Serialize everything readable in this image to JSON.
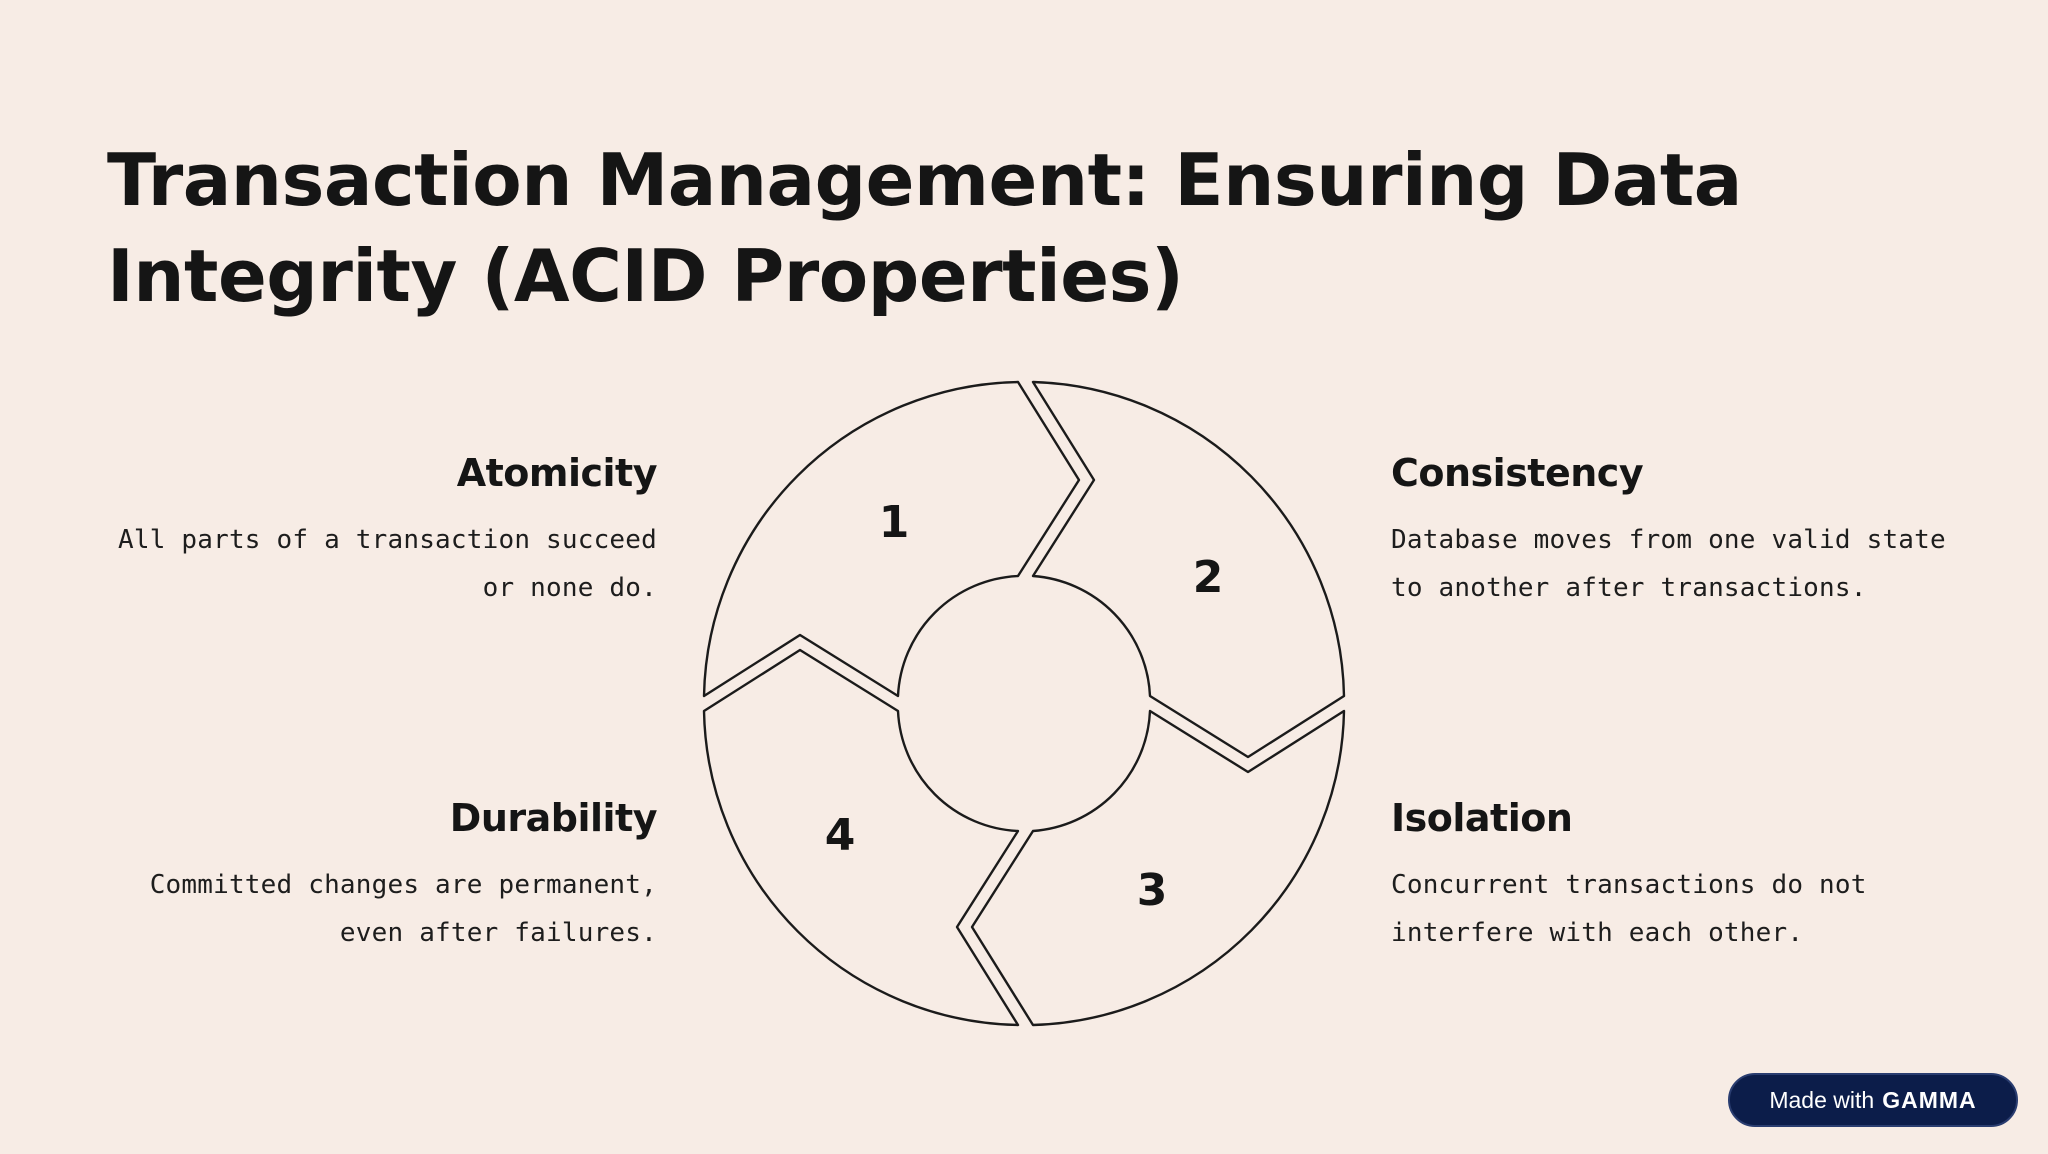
{
  "title": "Transaction Management: Ensuring Data Integrity (ACID Properties)",
  "diagram": {
    "segments": [
      {
        "number": "1",
        "heading": "Atomicity",
        "description": "All parts of a transaction succeed or none do."
      },
      {
        "number": "2",
        "heading": "Consistency",
        "description": "Database moves from one valid state to another after transactions."
      },
      {
        "number": "3",
        "heading": "Isolation",
        "description": "Concurrent transactions do not interfere with each other."
      },
      {
        "number": "4",
        "heading": "Durability",
        "description": "Committed changes are permanent, even after failures."
      }
    ]
  },
  "badge": {
    "prefix": "Made with",
    "brand": "GAMMA"
  },
  "colors": {
    "background": "#f7ece5",
    "text": "#151515",
    "badge_background": "#0c1d4a"
  }
}
